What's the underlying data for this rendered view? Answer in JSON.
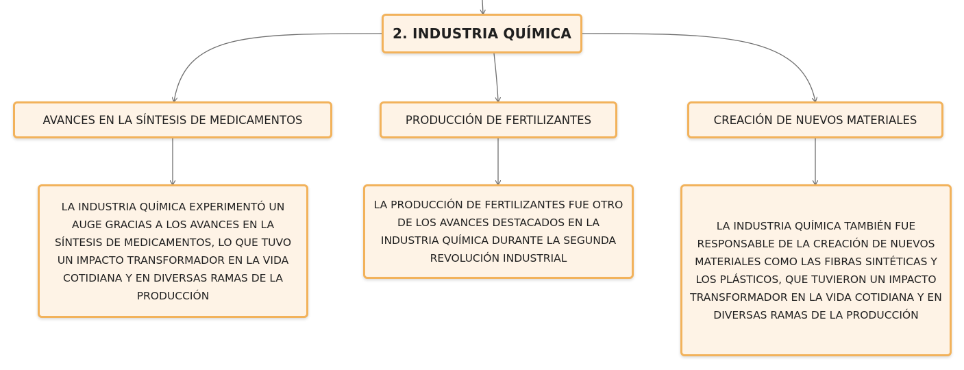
{
  "root": {
    "title": "2. INDUSTRIA QUÍMICA"
  },
  "topics": [
    {
      "label": "AVANCES EN LA SÍNTESIS DE MEDICAMENTOS",
      "detail": "LA INDUSTRIA QUÍMICA EXPERIMENTÓ UN AUGE GRACIAS A LOS AVANCES EN LA SÍNTESIS DE MEDICAMENTOS, LO QUE TUVO UN IMPACTO TRANSFORMADOR EN LA VIDA COTIDIANA Y EN DIVERSAS RAMAS DE LA PRODUCCIÓN"
    },
    {
      "label": "PRODUCCIÓN DE FERTILIZANTES",
      "detail": "LA PRODUCCIÓN DE FERTILIZANTES FUE OTRO DE LOS AVANCES DESTACADOS EN LA INDUSTRIA QUÍMICA DURANTE LA SEGUNDA REVOLUCIÓN INDUSTRIAL"
    },
    {
      "label": "CREACIÓN DE NUEVOS MATERIALES",
      "detail": "LA INDUSTRIA QUÍMICA TAMBIÉN FUE RESPONSABLE DE LA CREACIÓN DE NUEVOS MATERIALES COMO LAS FIBRAS SINTÉTICAS Y LOS PLÁSTICOS, QUE TUVIERON UN IMPACTO TRANSFORMADOR EN LA VIDA COTIDIANA Y EN DIVERSAS RAMAS DE LA PRODUCCIÓN"
    }
  ],
  "colors": {
    "node_fill": "#fef3e6",
    "node_border": "#f2b25b",
    "connector": "#6e6e6e"
  }
}
